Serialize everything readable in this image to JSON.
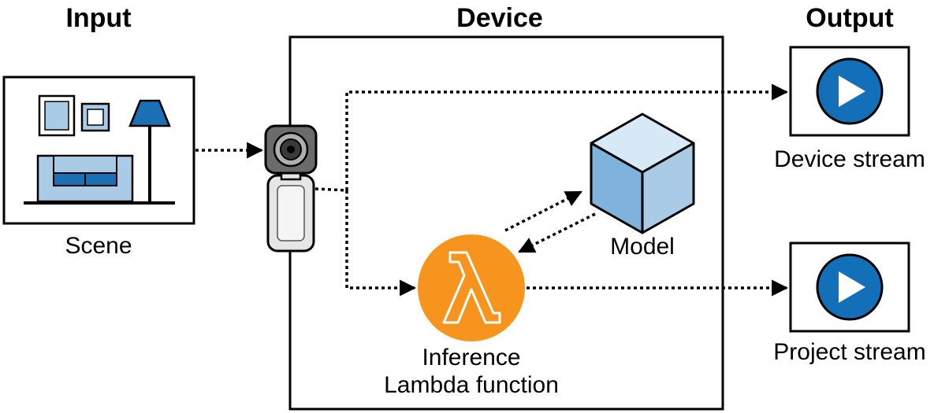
{
  "headers": {
    "input": "Input",
    "device": "Device",
    "output": "Output"
  },
  "labels": {
    "scene": "Scene",
    "model": "Model",
    "inference_line1": "Inference",
    "inference_line2": "Lambda function",
    "device_stream": "Device stream",
    "project_stream": "Project stream"
  },
  "icons": {
    "camera": "camera-icon",
    "scene": "living-room-scene-icon",
    "model": "cube-icon",
    "lambda": "lambda-icon",
    "play": "play-icon"
  },
  "colors": {
    "lambda_orange": "#F7941E",
    "play_blue": "#1370B8",
    "scene_blue": "#1B6FB5",
    "light_blue": "#A9CBE6",
    "cube_top": "#D7E8F6",
    "cube_left": "#7FB2DC",
    "cube_right": "#A9CBE6"
  }
}
